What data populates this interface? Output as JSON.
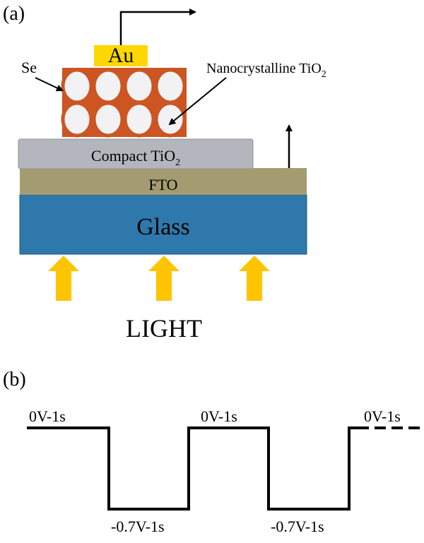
{
  "panel_a": {
    "label": "(a)",
    "layers": {
      "au": "Au",
      "compact": "Compact TiO",
      "compact_sub": "2",
      "fto": "FTO",
      "glass": "Glass"
    },
    "annotations": {
      "se": "Se",
      "nano": "Nanocrystalline TiO",
      "nano_sub": "2"
    },
    "light": "LIGHT",
    "colors": {
      "au": "#ffd700",
      "sphere_outline": "#cc5522",
      "sphere_fill": "#f2f2f5",
      "compact": "#b4b6bd",
      "fto": "#a49b70",
      "glass": "#2e78ab",
      "arrow_light": "#ffc400"
    }
  },
  "panel_b": {
    "label": "(b)",
    "high_label": "0V-1s",
    "low_label": "-0.7V-1s"
  }
}
